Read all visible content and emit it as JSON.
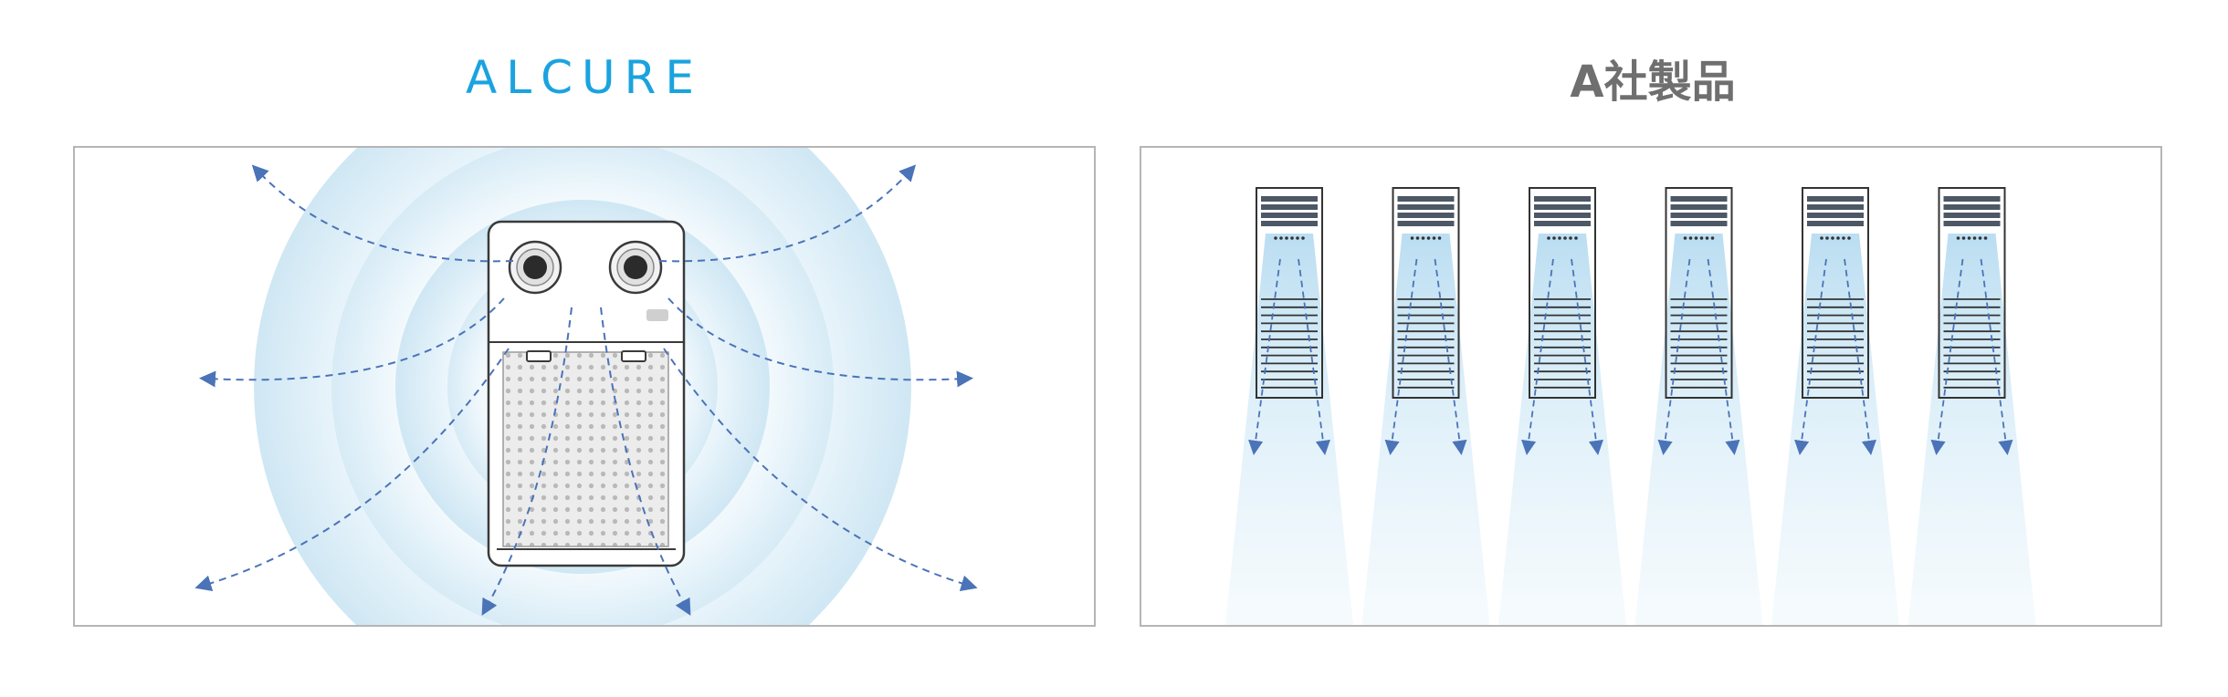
{
  "left": {
    "brand": "ALCURE",
    "colors": {
      "brand": "#1aa3de",
      "wave": "#cfe7f4",
      "arrow": "#4a73b8"
    },
    "icon": "air-purifier-icon"
  },
  "right": {
    "title": "A社製品",
    "unit_count": 6,
    "colors": {
      "title": "#6f6f6f",
      "airflow": "#bfe0f2",
      "arrow": "#4a73b8"
    },
    "icon": "tower-unit-icon"
  }
}
